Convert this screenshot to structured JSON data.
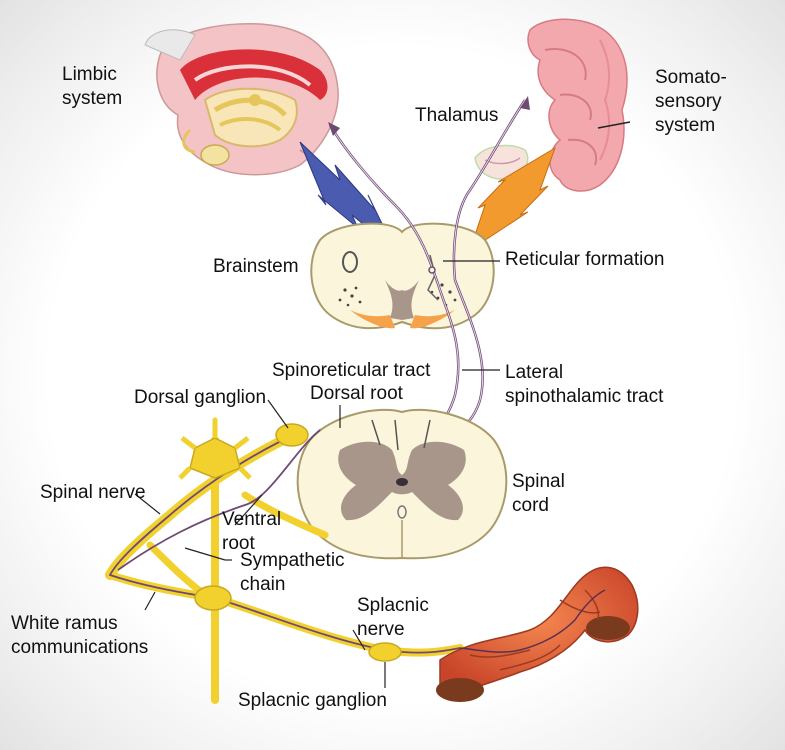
{
  "labels": {
    "limbic_line1": "Limbic",
    "limbic_line2": "system",
    "somato_line1": "Somato-",
    "somato_line2": "sensory",
    "somato_line3": "system",
    "thalamus": "Thalamus",
    "brainstem": "Brainstem",
    "reticular_formation": "Reticular formation",
    "spinoreticular_tract": "Spinoreticular tract",
    "lateral_line1": "Lateral",
    "lateral_line2": "spinothalamic tract",
    "dorsal_ganglion": "Dorsal ganglion",
    "dorsal_root": "Dorsal root",
    "spinal_nerve": "Spinal nerve",
    "ventral_line1": "Ventral",
    "ventral_line2": "root",
    "sympathetic_line1": "Sympathetic",
    "sympathetic_line2": "chain",
    "spinal_cord_line1": "Spinal",
    "spinal_cord_line2": "cord",
    "white_ramus_line1": "White ramus",
    "white_ramus_line2": "communications",
    "splacnic_nerve_line1": "Splacnic",
    "splacnic_nerve_line2": "nerve",
    "splacnic_ganglion": "Splacnic ganglion"
  },
  "colors": {
    "brain_pink": "#f2a8ad",
    "brain_red": "#d9303a",
    "nerve_yellow": "#f2d12e",
    "tract_purple": "#6e4a73",
    "blue_bolt": "#4a5bb0",
    "orange_bolt": "#f29a2e",
    "grey_matter": "#a8968a",
    "cord_cream": "#fbf5dc",
    "gut_orange": "#e0623a"
  }
}
